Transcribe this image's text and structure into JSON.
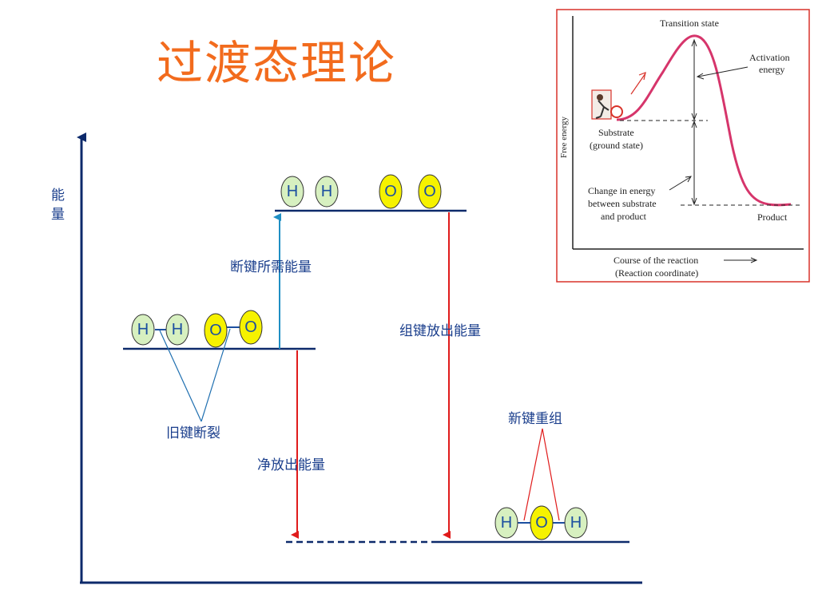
{
  "title": "过渡态理论",
  "colors": {
    "title": "#f26b1d",
    "axis": "#0d2a6b",
    "level_line": "#0d2a6b",
    "arrow_up": "#1f8fc4",
    "arrow_down": "#e01b1b",
    "h_atom": "#d7f0c0",
    "o_atom": "#f6f200",
    "label_text": "#1a3e8c",
    "inset_border": "#d8322a",
    "curve": "#d6356b"
  },
  "axis": {
    "y_label_line1": "能",
    "y_label_line2": "量"
  },
  "labels": {
    "break_energy": "断键所需能量",
    "form_energy": "组键放出能量",
    "net_release": "净放出能量",
    "old_bond_break": "旧键断裂",
    "new_bond_form": "新键重组"
  },
  "atoms": {
    "reactants": [
      "H",
      "H",
      "O",
      "O"
    ],
    "separated": [
      "H",
      "H",
      "O",
      "O"
    ],
    "product": [
      "H",
      "O",
      "H"
    ]
  },
  "inset": {
    "transition_state": "Transition state",
    "activation_line1": "Activation",
    "activation_line2": "energy",
    "y_axis": "Free energy",
    "substrate_line1": "Substrate",
    "substrate_line2": "(ground state)",
    "change_line1": "Change in energy",
    "change_line2": "between substrate",
    "change_line3": "and product",
    "product": "Product",
    "x_axis_line1": "Course of the reaction",
    "x_axis_line2": "(Reaction coordinate)"
  }
}
